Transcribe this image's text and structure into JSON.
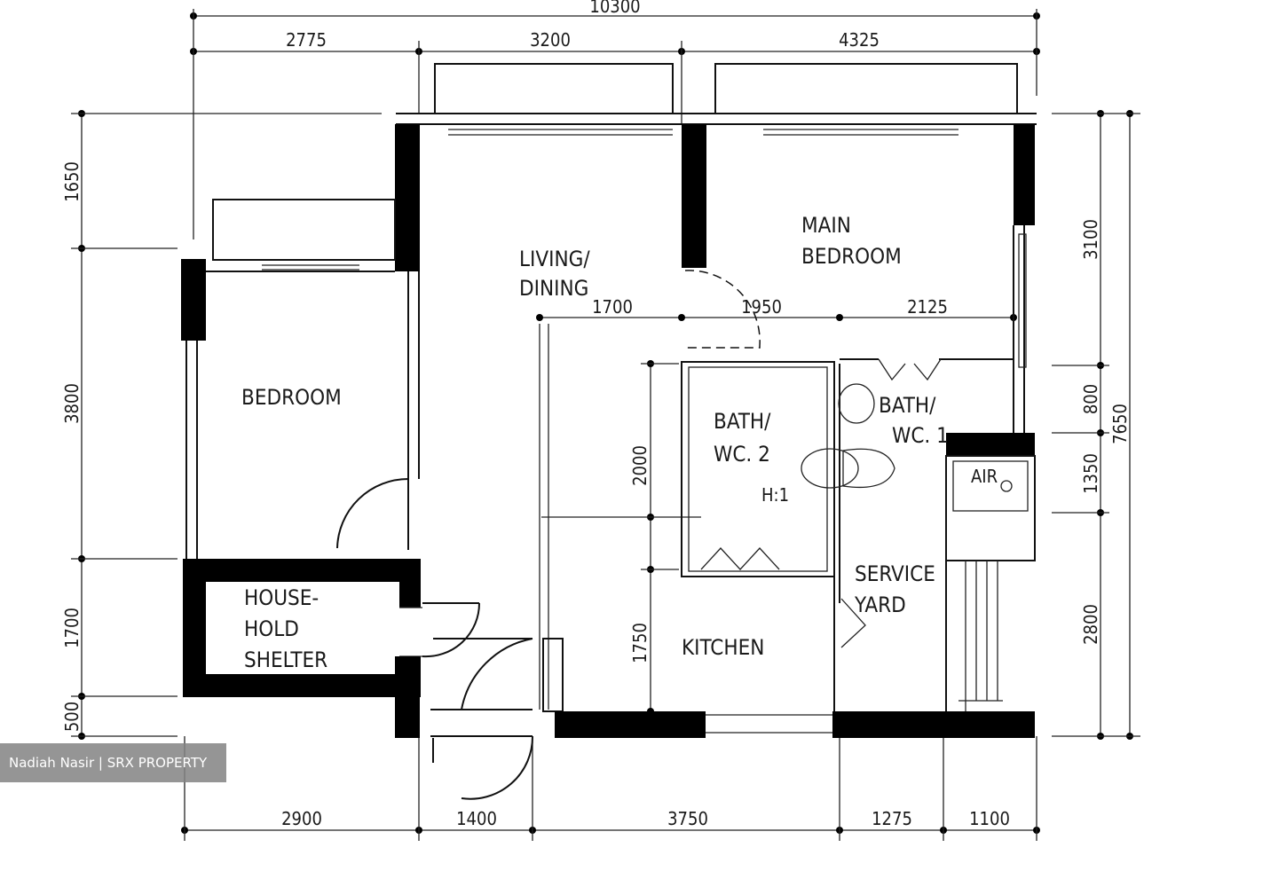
{
  "dimensions": {
    "top_total": "10300",
    "top_1": "2775",
    "top_2": "3200",
    "top_3": "4325",
    "left_1": "1650",
    "left_2": "3800",
    "left_3": "1700",
    "left_4": "500",
    "right_1": "3100",
    "right_2": "800",
    "right_3": "1350",
    "right_4": "2800",
    "right_total": "7650",
    "bottom_1": "2900",
    "bottom_2": "1400",
    "bottom_3": "3750",
    "bottom_4": "1275",
    "bottom_5": "1100",
    "mid_1": "1700",
    "mid_2": "1950",
    "mid_3": "2125",
    "inner_v1": "2000",
    "inner_v2": "1750"
  },
  "rooms": {
    "living_line1": "LIVING/",
    "living_line2": "DINING",
    "main_bedroom_line1": "MAIN",
    "main_bedroom_line2": "BEDROOM",
    "bedroom": "BEDROOM",
    "bath2_line1": "BATH/",
    "bath2_line2": "WC. 2",
    "bath2_fixture": "H:1",
    "bath1_line1": "BATH/",
    "bath1_line2": "WC. 1",
    "air_label": "AIR",
    "shelter_line1": "HOUSE-",
    "shelter_line2": "HOLD",
    "shelter_line3": "SHELTER",
    "kitchen": "KITCHEN",
    "service_line1": "SERVICE",
    "service_line2": "YARD"
  },
  "watermark": "Nadiah Nasir | SRX PROPERTY"
}
